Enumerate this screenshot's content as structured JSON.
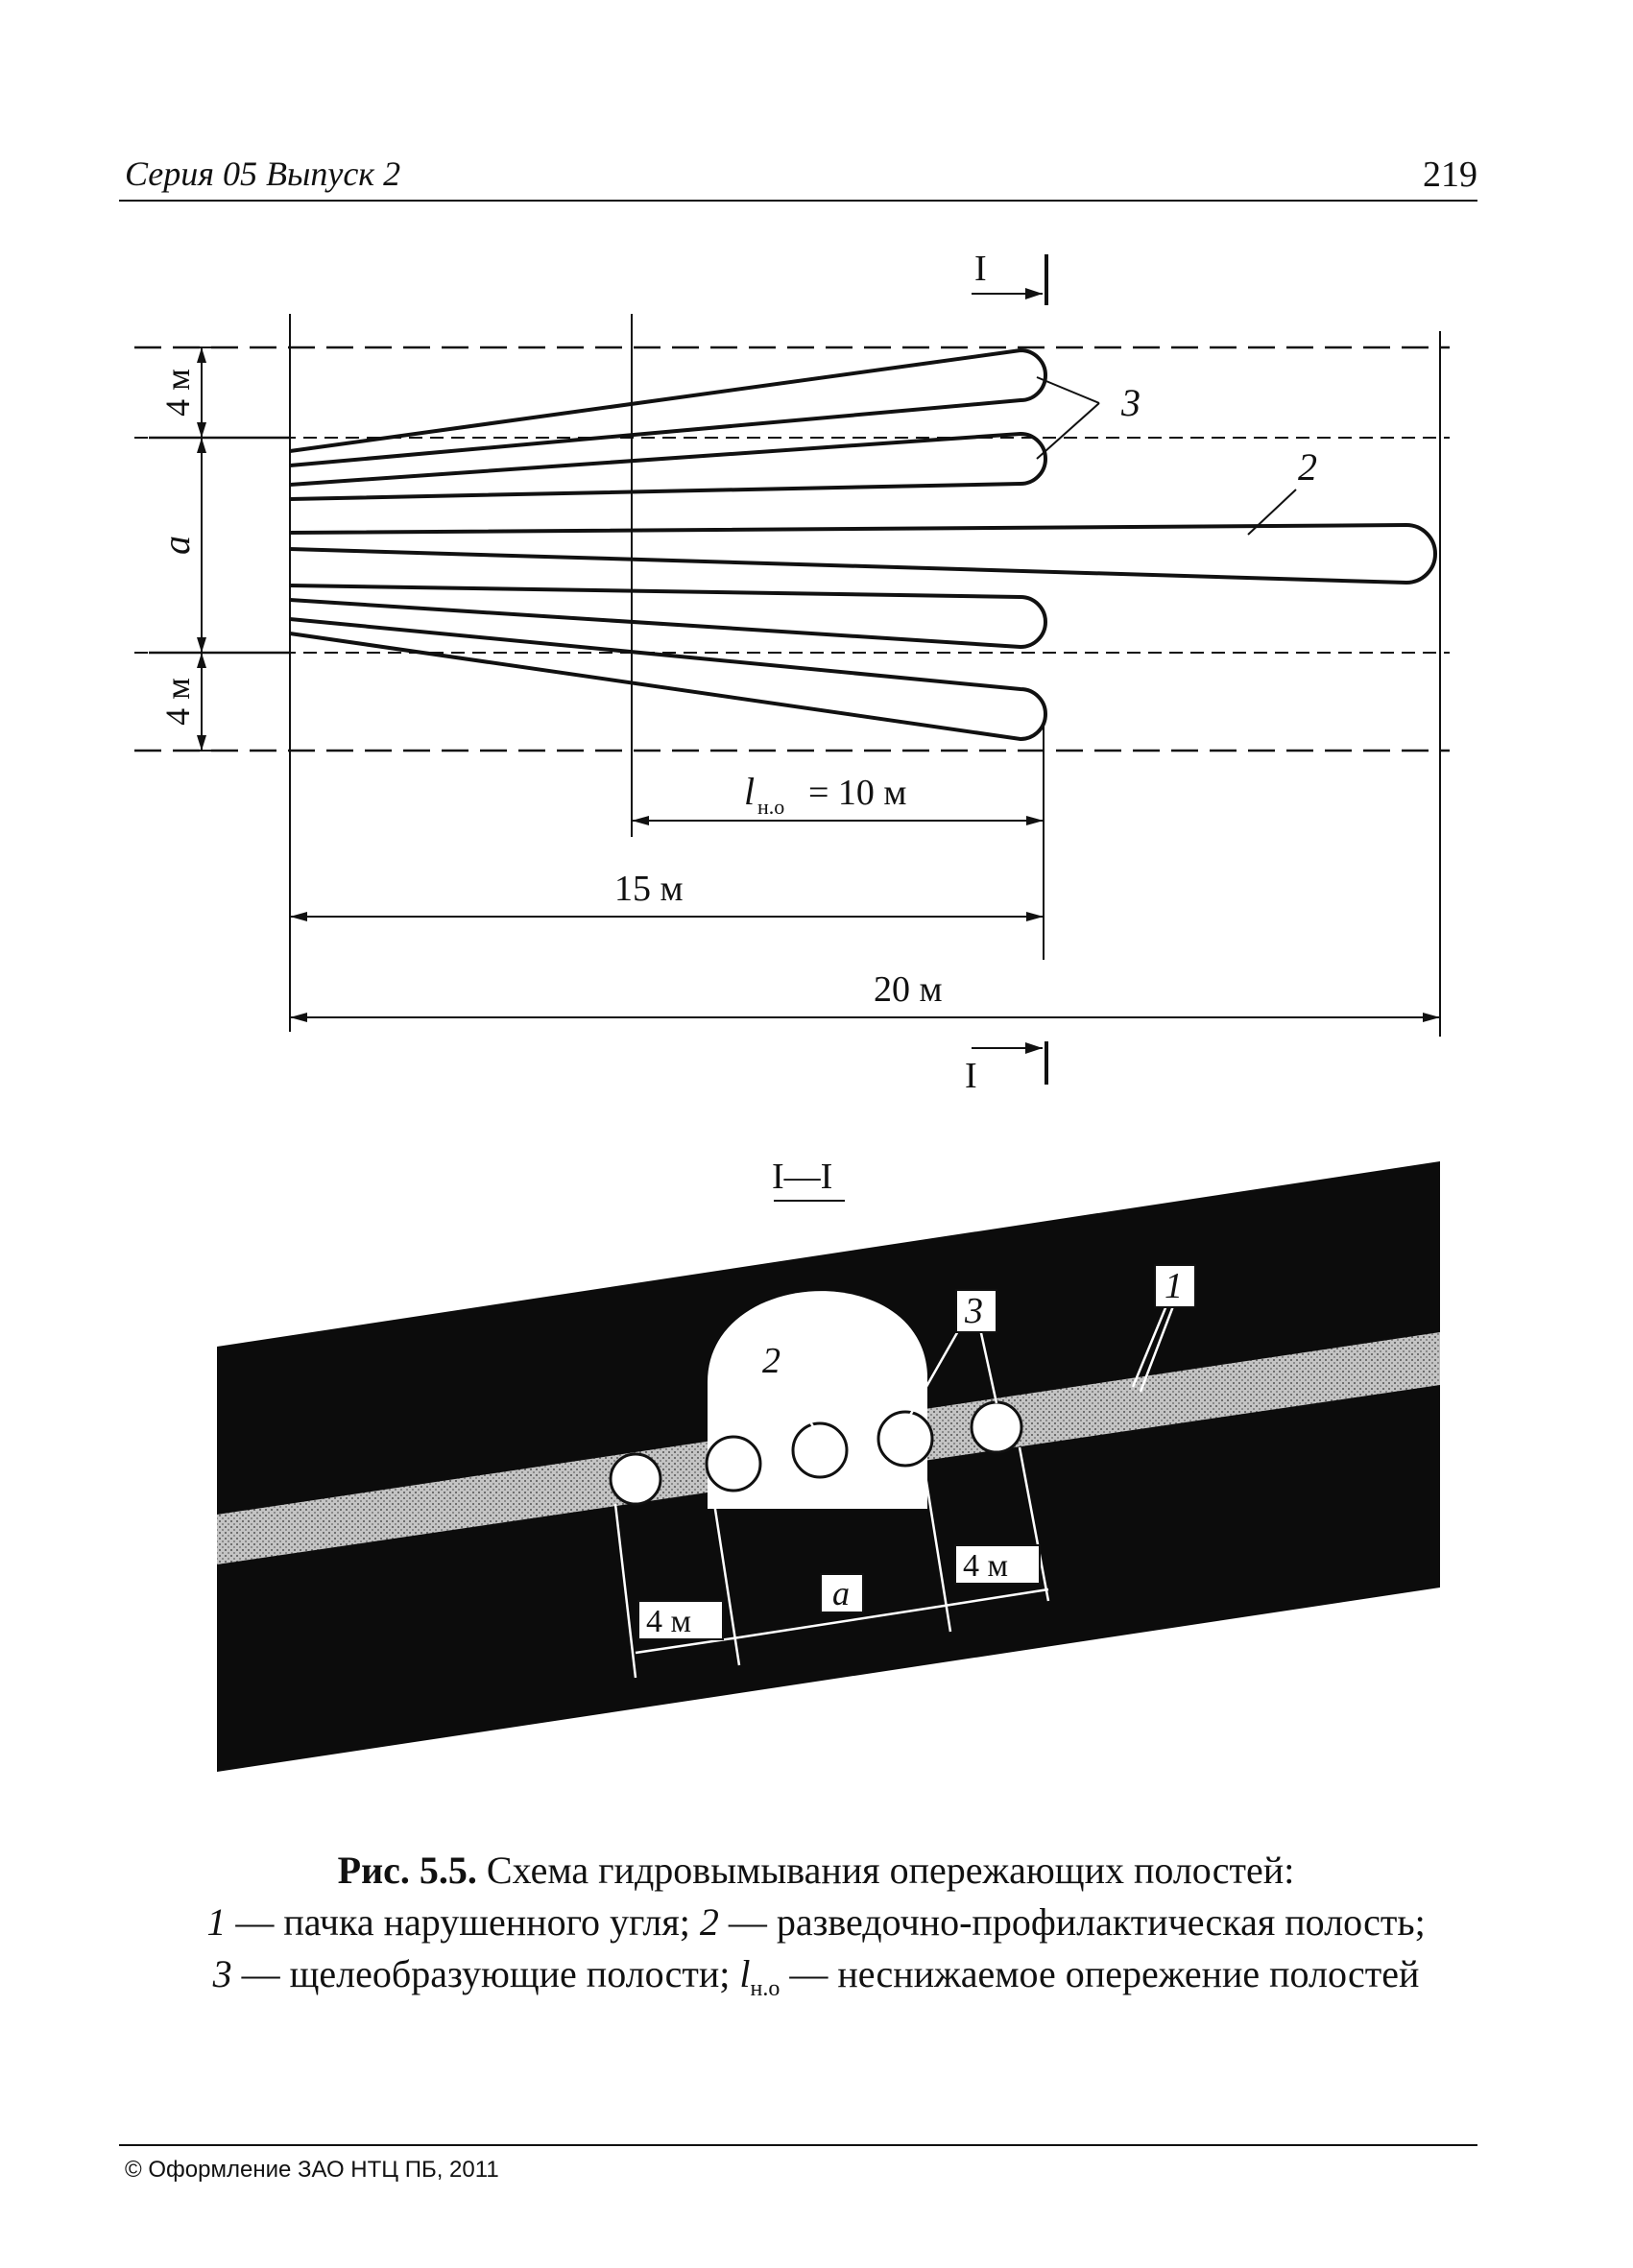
{
  "header": {
    "series": "Серия 05 Выпуск 2",
    "page_number": "219"
  },
  "figure": {
    "plan": {
      "section_mark_top": "I",
      "section_mark_bottom": "I",
      "label_4m_top": "4 м",
      "label_a": "a",
      "label_4m_bottom": "4 м",
      "callout_3": "3",
      "callout_2": "2",
      "dim_lno_symbol": "l",
      "dim_lno_subscript": "н.о",
      "dim_lno_value": "= 10 м",
      "dim_15": "15 м",
      "dim_20": "20 м"
    },
    "section": {
      "title": "I—I",
      "callout_1": "1",
      "callout_3": "3",
      "callout_2": "2",
      "label_4m_left": "4 м",
      "label_a": "a",
      "label_4m_right": "4 м"
    }
  },
  "caption": {
    "fig_number": "Рис. 5.5.",
    "title": " Схема гидровымывания опережающих полостей:",
    "item1_num": "1",
    "item1_text": " — пачка нарушенного угля; ",
    "item2_num": "2",
    "item2_text": " — разведочно-профилактическая полость;",
    "item3_num": "3",
    "item3_text": " — щелеобразующие полости; ",
    "lno_symbol": "l",
    "lno_subscript": "н.о",
    "lno_text": " — неснижаемое опережение полостей"
  },
  "footer": {
    "text": "© Оформление ЗАО НТЦ ПБ, 2011"
  }
}
